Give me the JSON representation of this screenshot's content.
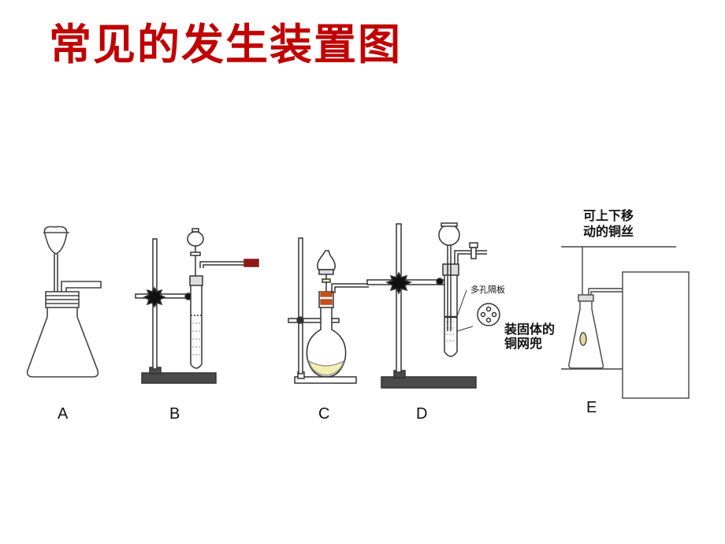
{
  "title": "常见的发生装置图",
  "labels": {
    "a": "A",
    "b": "B",
    "c": "C",
    "d": "D",
    "e": "E"
  },
  "annotations": {
    "movable_wire_line1": "可上下移",
    "movable_wire_line2": "动的铜丝",
    "porous_plate": "多孔隔板",
    "copper_net_line1": "装固体的",
    "copper_net_line2": "铜网兜"
  },
  "colors": {
    "title": "#c00000",
    "stopper": "#c0501e",
    "liquid": "#f3efb0",
    "rubber": "#8b1a1a"
  }
}
